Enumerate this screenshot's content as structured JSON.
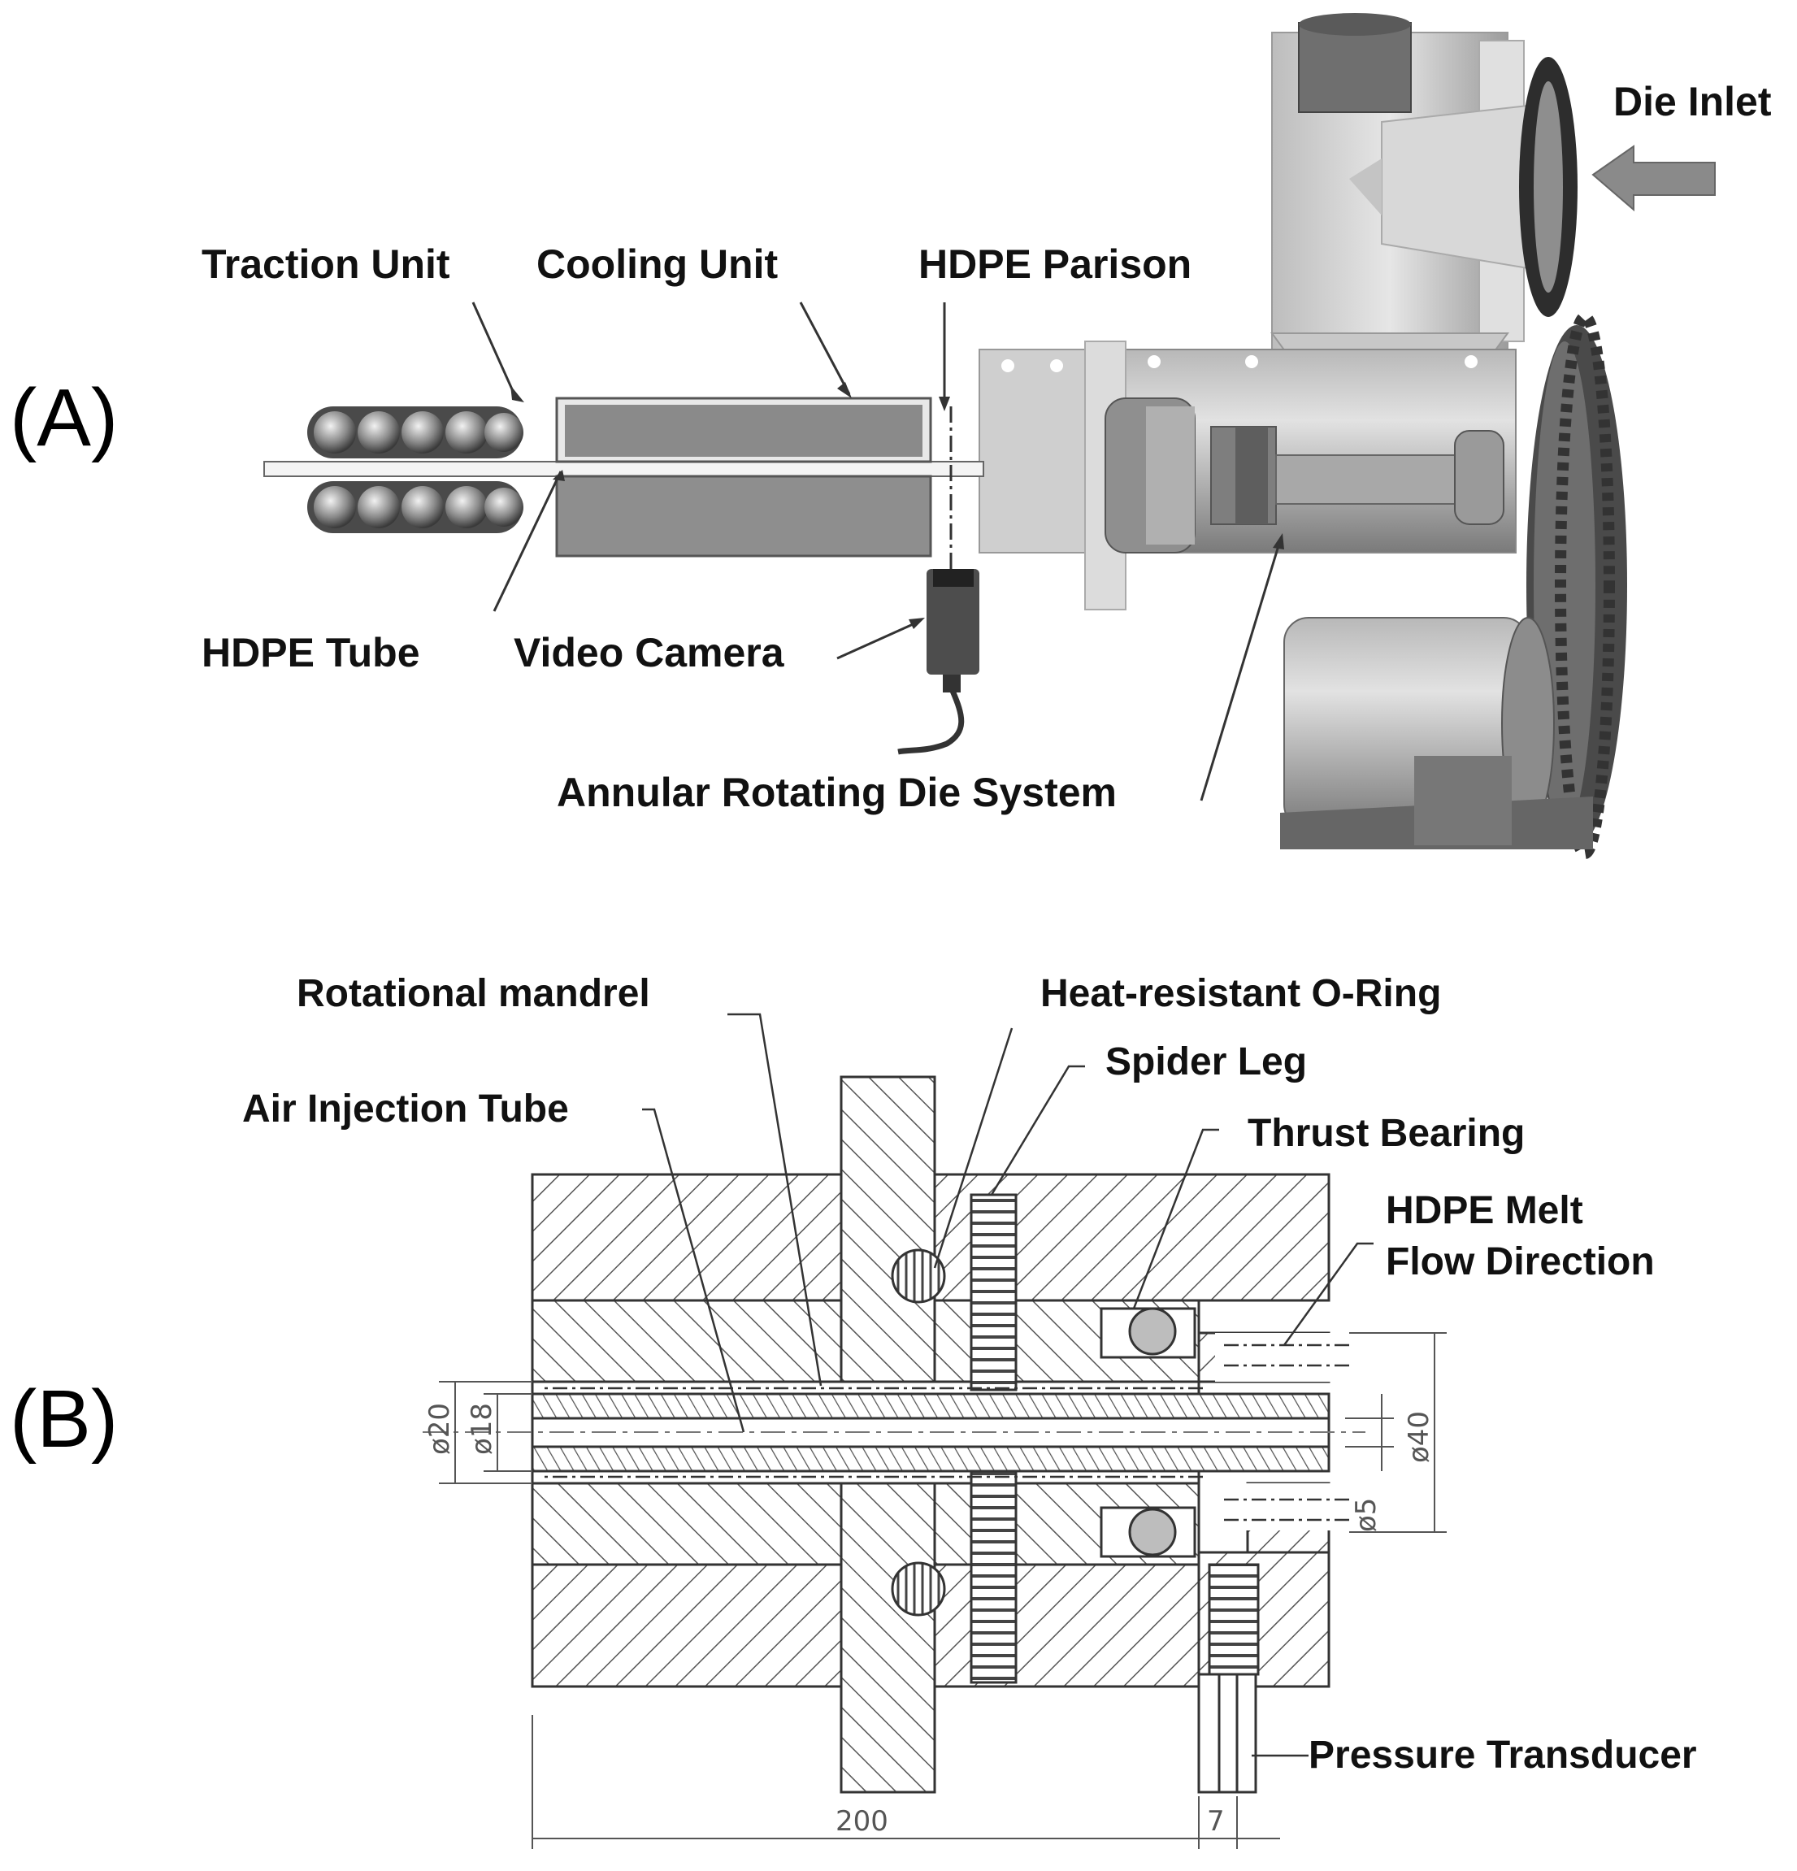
{
  "panel_a": {
    "panel_label": "(A)",
    "labels": {
      "die_inlet": "Die Inlet",
      "traction_unit": "Traction Unit",
      "cooling_unit": "Cooling Unit",
      "hdpe_parison": "HDPE Parison",
      "hdpe_tube": "HDPE Tube",
      "video_camera": "Video Camera",
      "annular_rotating_die_system": "Annular Rotating Die System"
    }
  },
  "panel_b": {
    "panel_label": "(B)",
    "labels": {
      "rotational_mandrel": "Rotational mandrel",
      "heat_resistant_o_ring": "Heat-resistant O-Ring",
      "spider_leg": "Spider Leg",
      "air_injection_tube": "Air Injection Tube",
      "thrust_bearing": "Thrust Bearing",
      "melt_flow_line1": "HDPE Melt",
      "melt_flow_line2": "Flow Direction",
      "pressure_transducer": "Pressure Transducer"
    },
    "dimensions": {
      "d20": "ø20",
      "d18": "ø18",
      "d40": "ø40",
      "d5": "ø5",
      "length_200": "200",
      "length_7": "7"
    }
  },
  "colors": {
    "hatch": "#555555",
    "metal_light": "#cfcfcf",
    "metal_mid": "#9a9a9a",
    "metal_dark": "#5e5e5e",
    "label_text": "#111111"
  }
}
